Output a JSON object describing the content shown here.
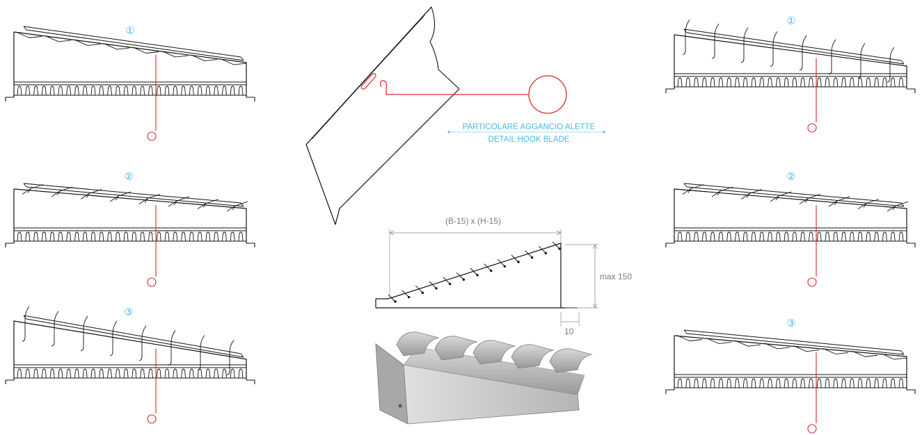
{
  "panels": [
    {
      "id": "left-1",
      "number": "①",
      "blade_style": "angled-hooks"
    },
    {
      "id": "left-2",
      "number": "②",
      "blade_style": "bent-blades"
    },
    {
      "id": "left-3",
      "number": "③",
      "blade_style": "vertical-hooks"
    },
    {
      "id": "right-1",
      "number": "①",
      "blade_style": "vertical-hooks"
    },
    {
      "id": "right-2",
      "number": "②",
      "blade_style": "bent-blades"
    },
    {
      "id": "right-3",
      "number": "③",
      "blade_style": "angled-hooks"
    }
  ],
  "detail": {
    "label_it": "PARTICOLARE AGGANCIO ALETTE",
    "label_en": "DETAIL HOOK BLADE"
  },
  "dimensions": {
    "top": "(B-15) x (H-15)",
    "height": "max 150",
    "bottom": "10"
  },
  "colors": {
    "accent_red": "#d9252a",
    "label_blue": "#49b8e0",
    "line": "#111111",
    "dim_line": "#8a8a8a"
  }
}
